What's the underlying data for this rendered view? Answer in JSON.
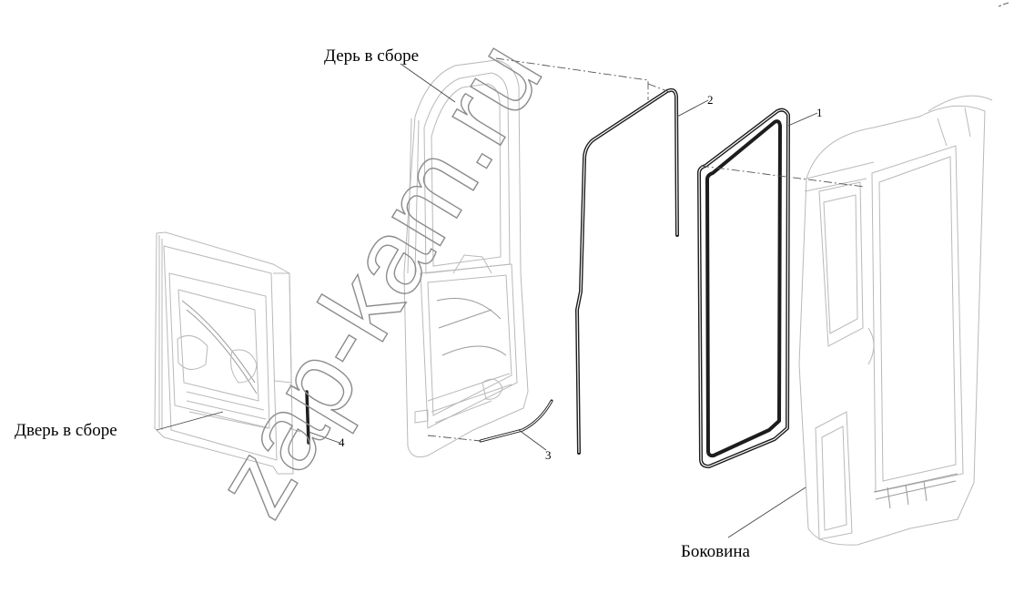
{
  "labels": {
    "door_top": "Дерь в сборе",
    "door_left": "Дверь в сборе",
    "side_panel": "Боковина"
  },
  "callouts": {
    "n1": "1",
    "n2": "2",
    "n3": "3",
    "n4": "4"
  },
  "watermark": {
    "text": "zap-kam.ru"
  }
}
